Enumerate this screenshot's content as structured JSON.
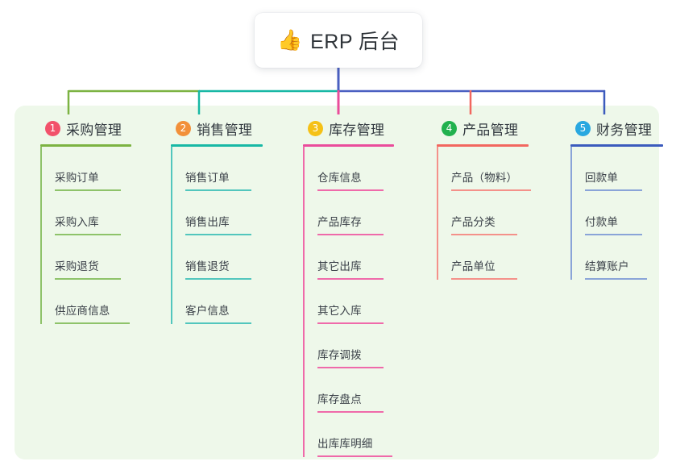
{
  "title": {
    "emoji": "👍",
    "emoji_name": "thumbs-up-icon",
    "text": "ERP 后台"
  },
  "colors": {
    "panel_bg": "#eef8ea",
    "card_bg": "#ffffff",
    "trunk": "#4a5fc1",
    "green": "#7cb342",
    "teal": "#18b8a5",
    "pink": "#ea4c9b",
    "red": "#f2675f",
    "blue": "#3b5bbd",
    "item_green": "#8ec36a",
    "item_teal": "#52c6bd",
    "item_pink": "#ef6aaa",
    "item_red": "#f4918a",
    "item_blue": "#8aa4d8",
    "badge_1": "#f2526b",
    "badge_2": "#f2903a",
    "badge_3": "#f5c117",
    "badge_4": "#21b14e",
    "badge_5": "#29a8e0"
  },
  "columns": [
    {
      "number": "1",
      "title": "采购管理",
      "badge_color": "#f2526b",
      "rule_color": "#7cb342",
      "item_color": "#8ec36a",
      "items": [
        {
          "label": "采购订单"
        },
        {
          "label": "采购入库"
        },
        {
          "label": "采购退货"
        },
        {
          "label": "供应商信息"
        }
      ]
    },
    {
      "number": "2",
      "title": "销售管理",
      "badge_color": "#f2903a",
      "rule_color": "#18b8a5",
      "item_color": "#52c6bd",
      "items": [
        {
          "label": "销售订单"
        },
        {
          "label": "销售出库"
        },
        {
          "label": "销售退货"
        },
        {
          "label": "客户信息"
        }
      ]
    },
    {
      "number": "3",
      "title": "库存管理",
      "badge_color": "#f5c117",
      "rule_color": "#ea4c9b",
      "item_color": "#ef6aaa",
      "items": [
        {
          "label": "仓库信息"
        },
        {
          "label": "产品库存"
        },
        {
          "label": "其它出库"
        },
        {
          "label": "其它入库"
        },
        {
          "label": "库存调拨"
        },
        {
          "label": "库存盘点"
        },
        {
          "label": "出库库明细"
        }
      ]
    },
    {
      "number": "4",
      "title": "产品管理",
      "badge_color": "#21b14e",
      "rule_color": "#f2675f",
      "item_color": "#f4918a",
      "items": [
        {
          "label": "产品（物料）"
        },
        {
          "label": "产品分类"
        },
        {
          "label": "产品单位"
        }
      ]
    },
    {
      "number": "5",
      "title": "财务管理",
      "badge_color": "#29a8e0",
      "rule_color": "#3b5bbd",
      "item_color": "#8aa4d8",
      "items": [
        {
          "label": "回款单"
        },
        {
          "label": "付款单"
        },
        {
          "label": "结算账户"
        }
      ]
    }
  ]
}
